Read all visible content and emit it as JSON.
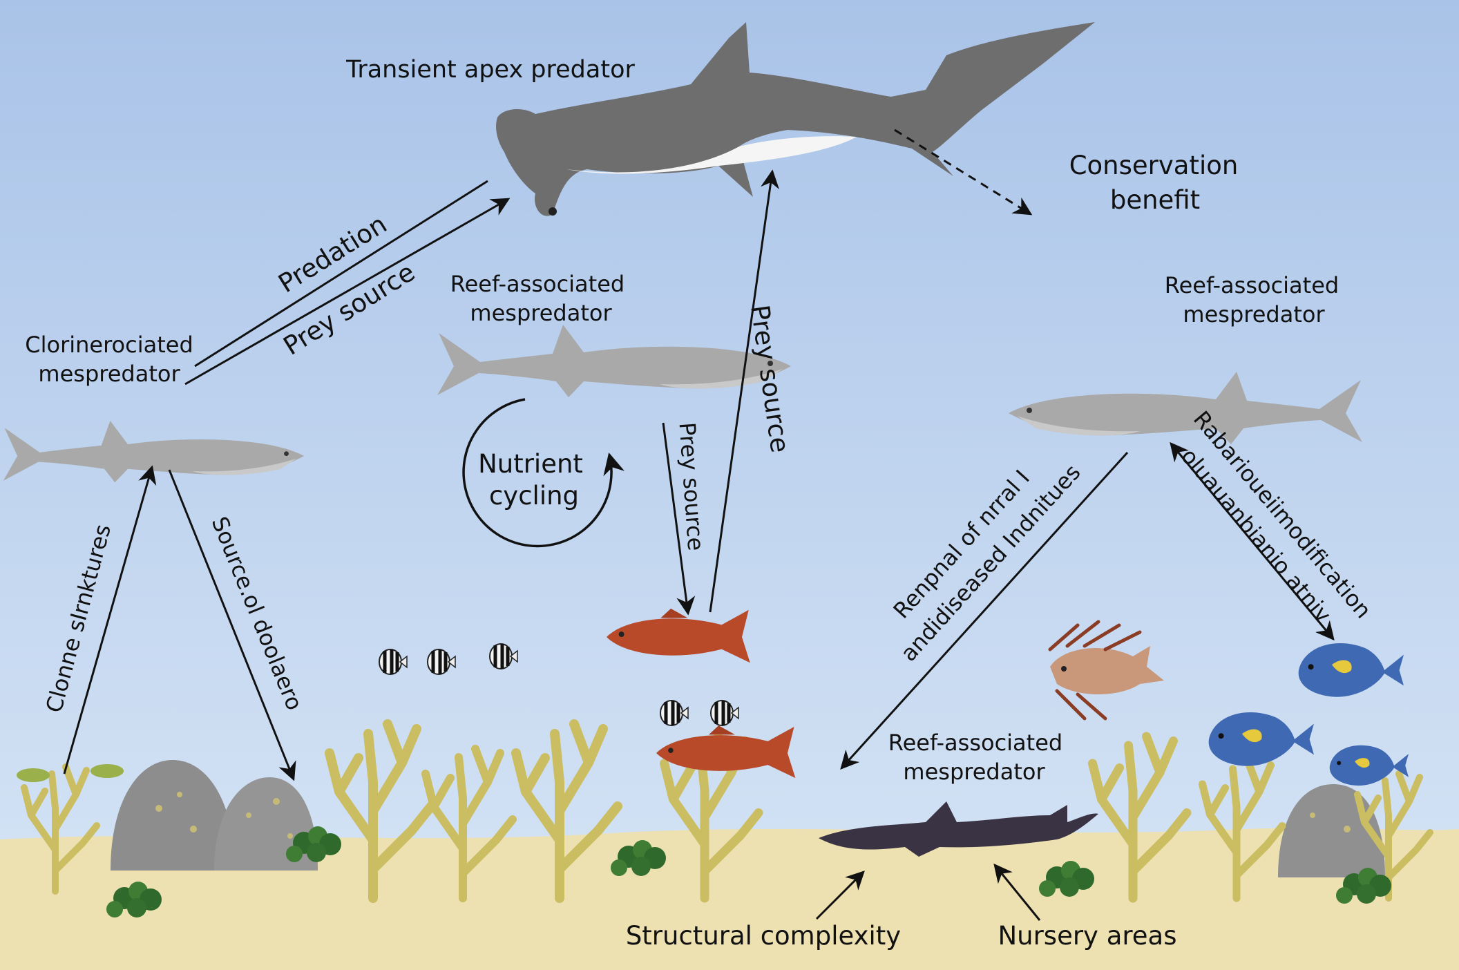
{
  "title": "",
  "colors": {
    "water_top": "#a9c3e8",
    "water_bottom": "#d5e4f6",
    "sand": "#ede1b2",
    "shark_grey": "#a3a3a3",
    "apex_shark": "#6e6e6e",
    "coral": "#cbbd62",
    "red_fish": "#b84a2a",
    "blue_tang": "#3f69b2",
    "nurse_shark": "#3a3344"
  },
  "nodes": {
    "apex": {
      "label": "Transient apex predator",
      "icon": "hammerhead-shark-icon"
    },
    "conservation": {
      "line1": "Conservation",
      "line2": "benefit"
    },
    "left_meso": {
      "line1": "Clorinerociated",
      "line2": "mespredator",
      "icon": "reef-shark-icon"
    },
    "center_meso": {
      "line1": "Reef-associated",
      "line2": "mespredator",
      "icon": "reef-shark-icon"
    },
    "right_meso": {
      "line1": "Reef-associated",
      "line2": "mespredator",
      "icon": "reef-shark-icon"
    },
    "bottom_meso": {
      "line1": "Reef-associated",
      "line2": "mespredator",
      "icon": "nurse-shark-icon"
    },
    "nutrient": {
      "line1": "Nutrient",
      "line2": "cycling"
    }
  },
  "edges": {
    "predation": "Predation",
    "prey_source_left": "Prey source",
    "prey_source_center_down": "Prey source",
    "prey_source_center_up": "Prey source",
    "clonne": "Clonne sIrnktures",
    "source_of": "Source.ol doolaero",
    "removal_line1": "Renpnal of nrral I",
    "removal_line2": "andidiseased Indnitues",
    "behavioral_line1": "Rabarioueiimodification",
    "behavioral_line2": "oluauanbianio atniv"
  },
  "ground": {
    "structural": "Structural complexity",
    "nursery": "Nursery areas"
  }
}
